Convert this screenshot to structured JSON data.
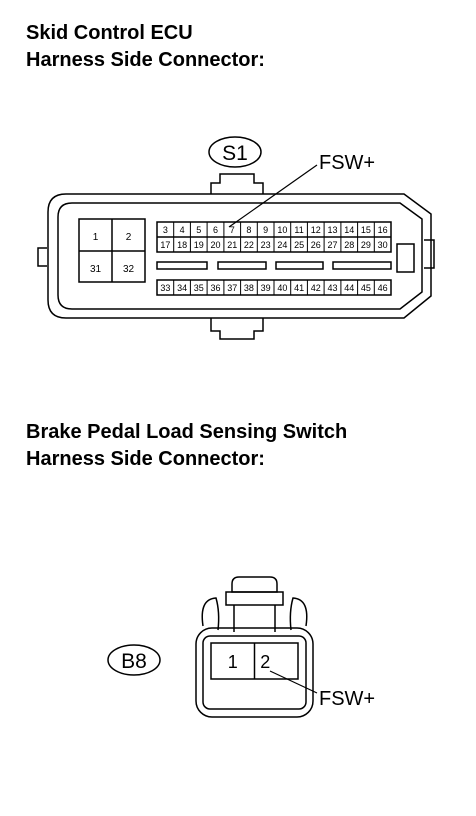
{
  "section1": {
    "title_line1": "Skid Control ECU",
    "title_line2": "Harness Side Connector:",
    "connector_code": "S1",
    "callout_label": "FSW+",
    "callout_pin": "7",
    "large_pins": [
      "1",
      "2",
      "31",
      "32"
    ],
    "row1": [
      "3",
      "4",
      "5",
      "6",
      "7",
      "8",
      "9",
      "10",
      "11",
      "12",
      "13",
      "14",
      "15",
      "16"
    ],
    "row2": [
      "17",
      "18",
      "19",
      "20",
      "21",
      "22",
      "23",
      "24",
      "25",
      "26",
      "27",
      "28",
      "29",
      "30"
    ],
    "row3": [
      "33",
      "34",
      "35",
      "36",
      "37",
      "38",
      "39",
      "40",
      "41",
      "42",
      "43",
      "44",
      "45",
      "46"
    ]
  },
  "section2": {
    "title_line1": "Brake Pedal Load Sensing Switch",
    "title_line2": "Harness Side Connector:",
    "connector_code": "B8",
    "pins": [
      "1",
      "2"
    ],
    "callout_label": "FSW+",
    "callout_pin": "2"
  }
}
